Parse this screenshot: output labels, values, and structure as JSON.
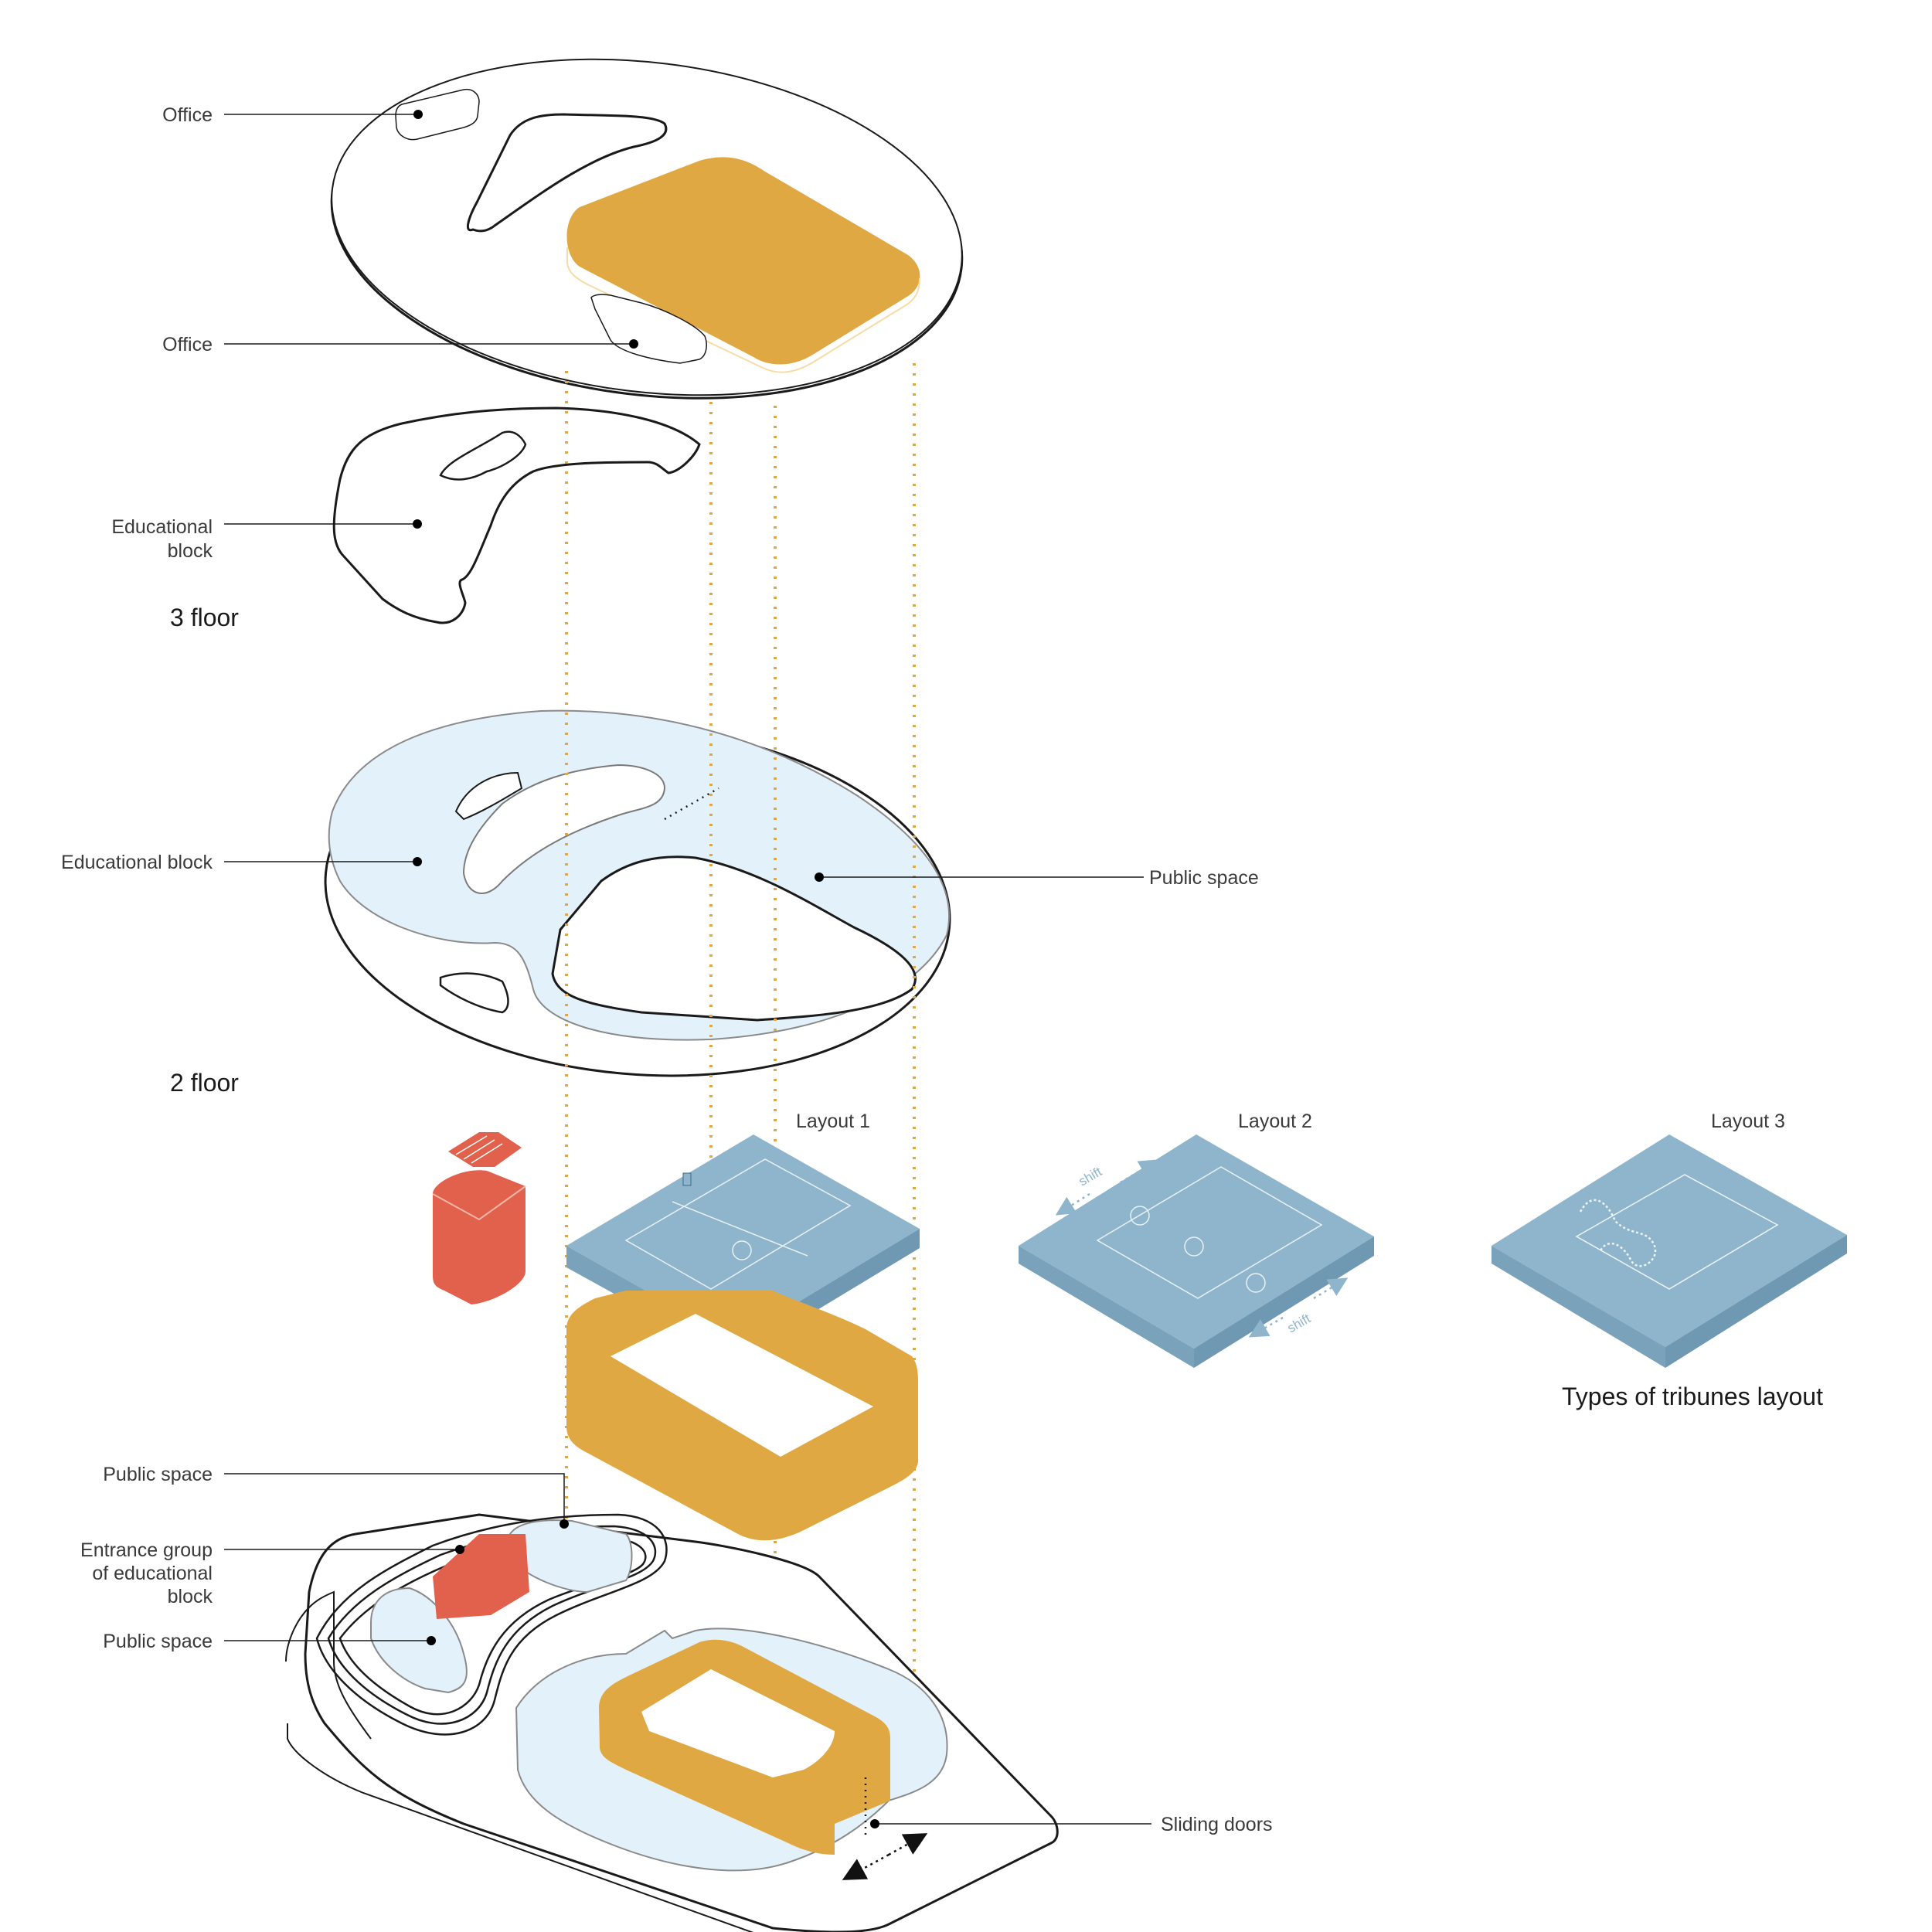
{
  "colors": {
    "accent_orange": "#E0A843",
    "accent_red": "#E2614C",
    "tribune_blue": "#8FB5CC",
    "glass_blue": "#E3F2FA",
    "line": "#1a1a1a"
  },
  "floor3": {
    "title": "3 floor",
    "labels": {
      "office_top": "Office",
      "office_bottom": "Office",
      "educational_line1": "Educational",
      "educational_line2": "block"
    }
  },
  "floor2": {
    "title": "2 floor",
    "labels": {
      "educational": "Educational block",
      "public": "Public space"
    }
  },
  "tribunes": {
    "title": "Types of tribunes layout",
    "layouts": [
      "Layout 1",
      "Layout 2",
      "Layout 3"
    ],
    "shift": "shift"
  },
  "floor1": {
    "labels": {
      "public_top": "Public space",
      "entrance_line1": "Entrance group",
      "entrance_line2": "of educational",
      "entrance_line3": "block",
      "public_bottom": "Public space",
      "sliding_doors": "Sliding doors"
    }
  },
  "icons": [
    "stair-icon",
    "arrow-icon"
  ]
}
